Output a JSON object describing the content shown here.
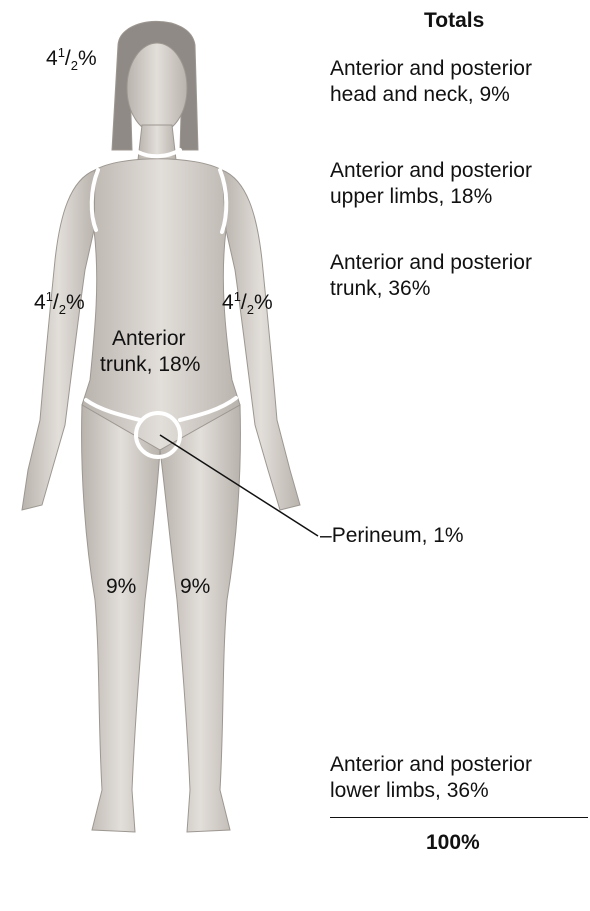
{
  "colors": {
    "skin": "#d8d4cf",
    "skin_shadow": "#a8a29c",
    "outline": "#ffffff",
    "text": "#111111"
  },
  "labels": {
    "head_percent": {
      "whole": "4",
      "num": "1",
      "den": "2",
      "pct": "%"
    },
    "right_arm_percent": {
      "whole": "4",
      "num": "1",
      "den": "2",
      "pct": "%"
    },
    "left_arm_percent": {
      "whole": "4",
      "num": "1",
      "den": "2",
      "pct": "%"
    },
    "anterior_trunk_line1": "Anterior",
    "anterior_trunk_line2": "trunk, 18%",
    "right_leg_percent": "9%",
    "left_leg_percent": "9%",
    "perineum": "Perineum, 1%"
  },
  "totals": {
    "heading": "Totals",
    "items": [
      {
        "line1": "Anterior and posterior",
        "line2": "head and neck, 9%"
      },
      {
        "line1": "Anterior and posterior",
        "line2": "upper limbs, 18%"
      },
      {
        "line1": "Anterior and posterior",
        "line2": "trunk, 36%"
      },
      {
        "line1": "Anterior and posterior",
        "line2": "lower limbs, 36%"
      }
    ],
    "sum": "100%"
  }
}
